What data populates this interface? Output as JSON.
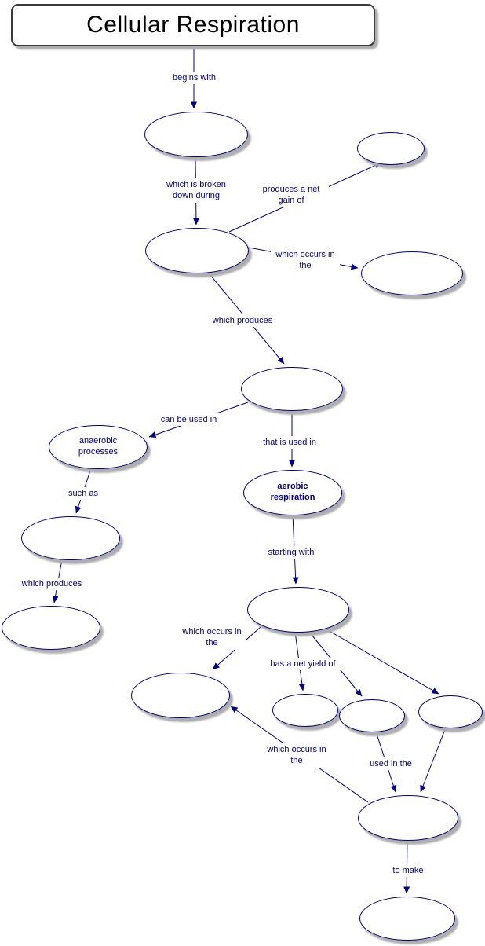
{
  "title": "Cellular Respiration",
  "nodes": {
    "anaerobic_processes": "anaerobic processes",
    "aerobic_respiration": "aerobic respiration"
  },
  "edge_labels": {
    "begins_with": "begins with",
    "broken_down": "which is broken down during",
    "net_gain": "produces a net gain of",
    "occurs_in_1": "which occurs in the",
    "which_produces_1": "which produces",
    "can_be_used_in": "can be used in",
    "such_as": "such as",
    "which_produces_2": "which produces",
    "that_is_used_in": "that is used in",
    "starting_with": "starting with",
    "occurs_in_2": "which occurs in the",
    "net_yield": "has a net yield of",
    "occurs_in_3": "which occurs in the",
    "used_in_the": "used in the",
    "to_make": "to make"
  },
  "colors": {
    "node_border": "#000080",
    "edge": "#000080",
    "label_text": "#000080",
    "shadow": "#aeaeae",
    "title_text": "#000000",
    "background": "#ffffff"
  }
}
